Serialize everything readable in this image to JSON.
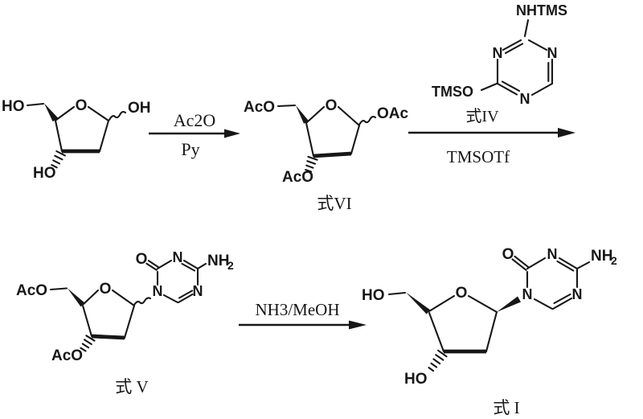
{
  "ink": "#171717",
  "background": "#ffffff",
  "compounds": {
    "deoxyribose": {
      "ho_left": "HO",
      "ring_o": "O",
      "oh_right": "OH",
      "ho_bottom": "HO"
    },
    "triacetate": {
      "aco_left": "AcO",
      "ring_o": "O",
      "oac_right": "OAc",
      "aco_bottom": "AcO",
      "label": "式VI"
    },
    "silyl_base": {
      "nhtms": "NHTMS",
      "tmso": "TMSO",
      "n_upper_left": "N",
      "n_upper_right": "N",
      "n_bottom": "N"
    },
    "coupled": {
      "aco_left": "AcO",
      "ring_o": "O",
      "aco_bottom": "AcO",
      "carbonyl_o": "O",
      "n1": "N",
      "n3": "N",
      "n5": "N",
      "nh": "NH",
      "nh_sub": "2",
      "label": "式 V"
    },
    "product": {
      "ho_left": "HO",
      "ring_o": "O",
      "ho_bottom": "HO",
      "carbonyl_o": "O",
      "n1": "N",
      "n3": "N",
      "n5": "N",
      "nh": "NH",
      "nh_sub": "2",
      "label": "式 I"
    }
  },
  "arrows": {
    "step1": {
      "above": "Ac2O",
      "below": "Py"
    },
    "step2": {
      "above": "式IV",
      "below": "TMSOTf"
    },
    "step3": {
      "above": "NH3/MeOH"
    }
  }
}
